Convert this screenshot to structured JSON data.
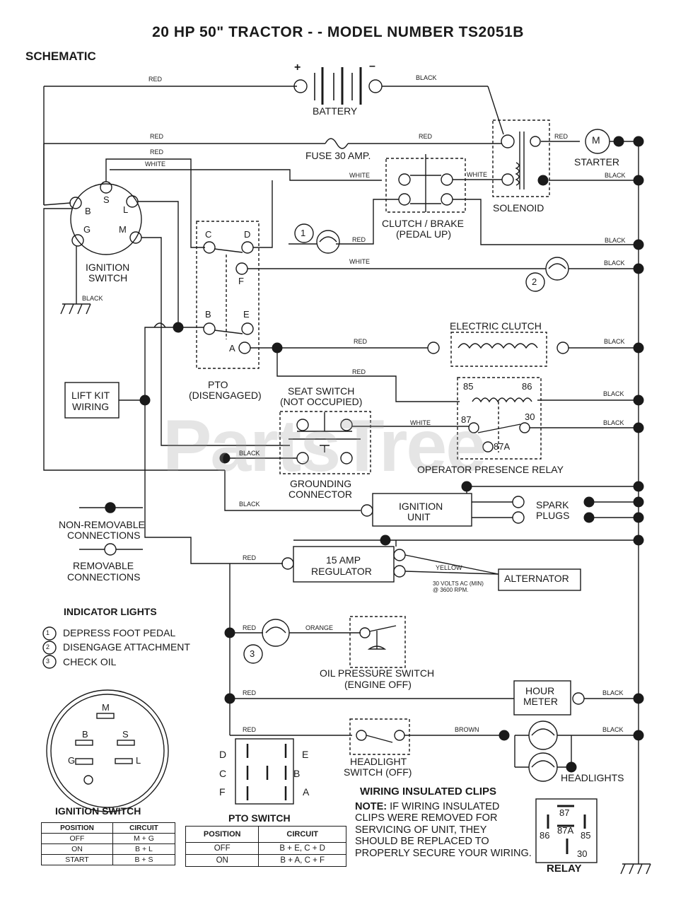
{
  "title": "20 HP 50\" TRACTOR - - MODEL NUMBER  TS2051B",
  "section": "SCHEMATIC",
  "watermark": "PartsTree",
  "wire_colors": {
    "red": "RED",
    "black": "BLACK",
    "white": "WHITE",
    "yellow": "YELLOW",
    "orange": "ORANGE",
    "brown": "BROWN"
  },
  "components": {
    "battery": "BATTERY",
    "battery_pos": "+",
    "battery_neg": "–",
    "fuse": "FUSE 30 AMP.",
    "starter": "STARTER",
    "starter_symbol": "M",
    "solenoid": "SOLENOID",
    "clutch_brake": [
      "CLUTCH / BRAKE",
      "(PEDAL UP)"
    ],
    "ignition_switch": [
      "IGNITION",
      "SWITCH"
    ],
    "ignition_terminals": [
      "B",
      "S",
      "L",
      "G",
      "M"
    ],
    "pto": [
      "PTO",
      "(DISENGAGED)"
    ],
    "pto_terminals": [
      "C",
      "D",
      "F",
      "B",
      "E",
      "A"
    ],
    "electric_clutch": "ELECTRIC CLUTCH",
    "lift_kit": [
      "LIFT KIT",
      "WIRING"
    ],
    "seat_switch": [
      "SEAT SWITCH",
      "(NOT OCCUPIED)"
    ],
    "grounding_connector": [
      "GROUNDING",
      "CONNECTOR"
    ],
    "operator_presence_relay": "OPERATOR PRESENCE RELAY",
    "relay_terminals": [
      "85",
      "86",
      "87",
      "30",
      "87A"
    ],
    "ignition_unit": [
      "IGNITION",
      "UNIT"
    ],
    "spark_plugs": [
      "SPARK",
      "PLUGS"
    ],
    "regulator": [
      "15 AMP",
      "REGULATOR"
    ],
    "alternator": "ALTERNATOR",
    "alternator_spec": [
      "30 VOLTS AC (MIN)",
      "@ 3600 RPM."
    ],
    "oil_pressure_switch": [
      "OIL PRESSURE SWITCH",
      "(ENGINE OFF)"
    ],
    "hour_meter": [
      "HOUR",
      "METER"
    ],
    "headlight_switch": [
      "HEADLIGHT",
      "SWITCH (OFF)"
    ],
    "headlights": "HEADLIGHTS",
    "lamp_numbers": [
      "1",
      "2",
      "3"
    ]
  },
  "legend": {
    "non_removable": [
      "NON-REMOVABLE",
      "CONNECTIONS"
    ],
    "removable": [
      "REMOVABLE",
      "CONNECTIONS"
    ]
  },
  "indicator_lights": {
    "title": "INDICATOR LIGHTS",
    "items": [
      {
        "num": "1",
        "label": "DEPRESS FOOT PEDAL"
      },
      {
        "num": "2",
        "label": "DISENGAGE ATTACHMENT"
      },
      {
        "num": "3",
        "label": "CHECK OIL"
      }
    ]
  },
  "ignition_switch_table": {
    "title": "IGNITION SWITCH",
    "headers": [
      "POSITION",
      "CIRCUIT"
    ],
    "rows": [
      [
        "OFF",
        "M + G"
      ],
      [
        "ON",
        "B + L"
      ],
      [
        "START",
        "B + S"
      ]
    ]
  },
  "pto_switch_table": {
    "title": "PTO SWITCH",
    "headers": [
      "POSITION",
      "CIRCUIT"
    ],
    "rows": [
      [
        "OFF",
        "B + E, C + D"
      ],
      [
        "ON",
        "B + A, C + F"
      ]
    ]
  },
  "pto_face_letters": [
    "D",
    "E",
    "C",
    "B",
    "F",
    "A"
  ],
  "ignition_face_letters": [
    "M",
    "B",
    "S",
    "G",
    "L"
  ],
  "wiring_clips": {
    "title": "WIRING INSULATED CLIPS",
    "note_label": "NOTE:",
    "note_text": "IF WIRING INSULATED CLIPS WERE REMOVED FOR SERVICING OF UNIT, THEY SHOULD BE REPLACED TO PROPERLY SECURE YOUR WIRING."
  },
  "relay_title": "RELAY"
}
